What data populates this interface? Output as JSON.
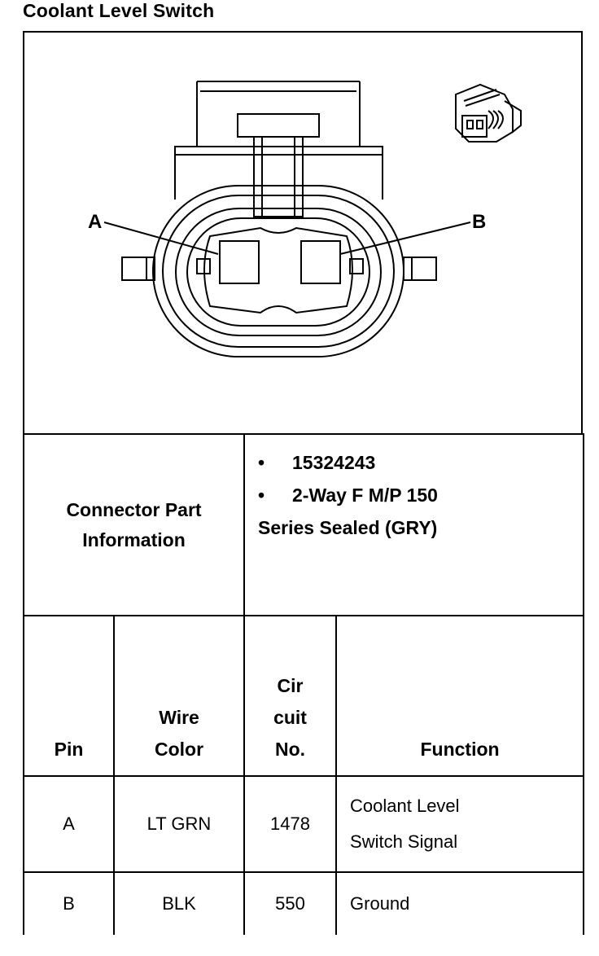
{
  "title": "Coolant Level Switch",
  "diagram": {
    "pin_a_label": "A",
    "pin_b_label": "B"
  },
  "connector_info": {
    "label_line1": "Connector Part",
    "label_line2": "Information",
    "bullet": "•",
    "part_number": "15324243",
    "desc_line1": "2-Way F M/P 150",
    "desc_line2": "Series Sealed (GRY)"
  },
  "columns": {
    "pin": "Pin",
    "wire_color_1": "Wire",
    "wire_color_2": "Color",
    "circuit_1": "Cir",
    "circuit_2": "cuit",
    "circuit_3": "No.",
    "function": "Function"
  },
  "rows": [
    {
      "pin": "A",
      "wire_color": "LT GRN",
      "circuit": "1478",
      "function_1": "Coolant Level",
      "function_2": "Switch Signal"
    },
    {
      "pin": "B",
      "wire_color": "BLK",
      "circuit": "550",
      "function_1": "Ground",
      "function_2": ""
    }
  ]
}
